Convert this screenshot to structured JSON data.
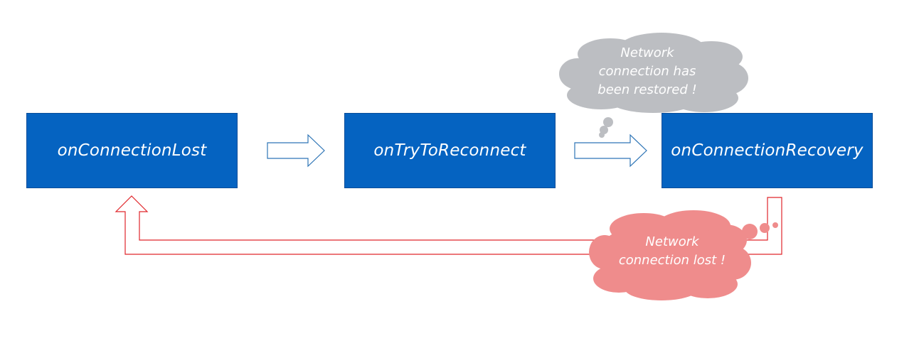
{
  "colors": {
    "box_fill": "#0563c1",
    "arrow_stroke": "#2e75b6",
    "return_line": "#e0262b",
    "cloud_restored": "#bcbec2",
    "cloud_lost": "#ef8c8c"
  },
  "nodes": [
    {
      "id": "lost",
      "label": "onConnectionLost"
    },
    {
      "id": "retry",
      "label": "onTryToReconnect"
    },
    {
      "id": "recovery",
      "label": "onConnectionRecovery"
    }
  ],
  "callouts": {
    "restored": {
      "lines": [
        "Network",
        "connection has",
        "been restored !"
      ]
    },
    "lost": {
      "lines": [
        "Network",
        "connection lost !"
      ]
    }
  }
}
